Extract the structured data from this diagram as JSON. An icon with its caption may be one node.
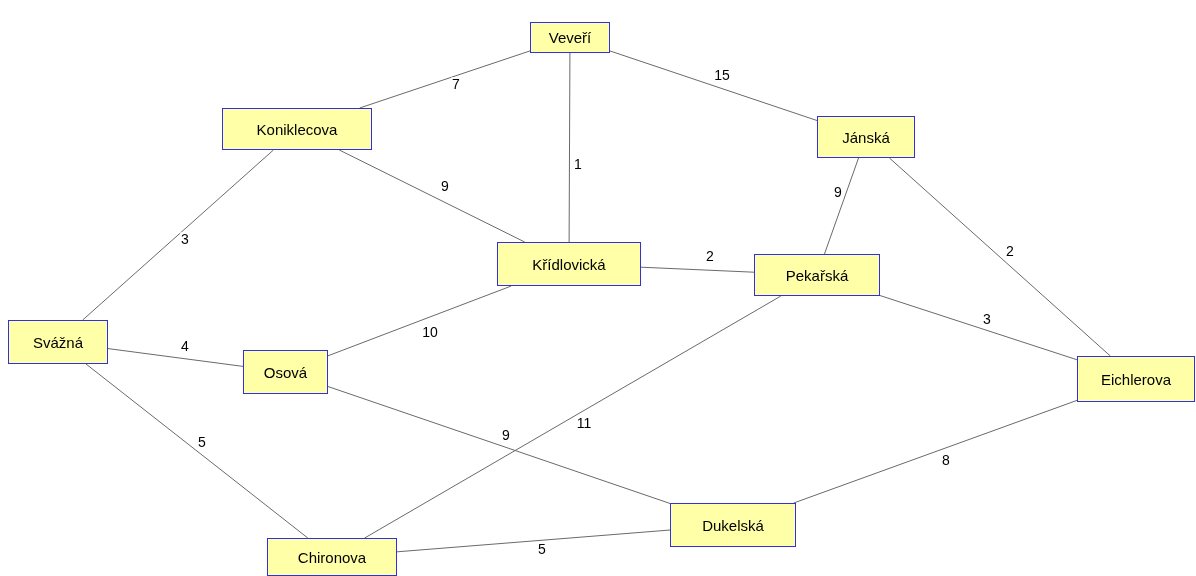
{
  "diagram": {
    "nodes": [
      {
        "text": [
          "Veveří"
        ]
      },
      {
        "text": [
          "Koniklecova"
        ]
      },
      {
        "text": [
          "Jánská"
        ]
      },
      {
        "text": [
          "Křídlovická"
        ]
      },
      {
        "text": [
          "Pekařská"
        ]
      },
      {
        "text": [
          "Svážná"
        ]
      },
      {
        "text": [
          "Osová"
        ]
      },
      {
        "text": [
          "Eichlerova"
        ]
      },
      {
        "text": [
          "Dukelská"
        ]
      },
      {
        "text": [
          "Chironova"
        ]
      }
    ],
    "edges": [
      {
        "from": 0,
        "to": 1,
        "arrow": "none",
        "label": "7"
      },
      {
        "from": 0,
        "to": 2,
        "arrow": "none",
        "label": "15"
      },
      {
        "from": 0,
        "to": 3,
        "arrow": "none",
        "label": "1"
      },
      {
        "from": 1,
        "to": 3,
        "arrow": "none",
        "label": "9"
      },
      {
        "from": 1,
        "to": 5,
        "arrow": "none",
        "label": "3"
      },
      {
        "from": 2,
        "to": 4,
        "arrow": "none",
        "label": "9"
      },
      {
        "from": 2,
        "to": 7,
        "arrow": "none",
        "label": "2"
      },
      {
        "from": 3,
        "to": 4,
        "arrow": "none",
        "label": "2"
      },
      {
        "from": 3,
        "to": 6,
        "arrow": "none",
        "label": "10"
      },
      {
        "from": 5,
        "to": 6,
        "arrow": "none",
        "label": "4"
      },
      {
        "from": 5,
        "to": 9,
        "arrow": "none",
        "label": "5"
      },
      {
        "from": 6,
        "to": 8,
        "arrow": "none",
        "label": "9"
      },
      {
        "from": 4,
        "to": 9,
        "arrow": "none",
        "label": "11"
      },
      {
        "from": 4,
        "to": 7,
        "arrow": "none",
        "label": "3"
      },
      {
        "from": 7,
        "to": 8,
        "arrow": "none",
        "label": "8"
      },
      {
        "from": 9,
        "to": 8,
        "arrow": "none",
        "label": "5"
      }
    ]
  }
}
